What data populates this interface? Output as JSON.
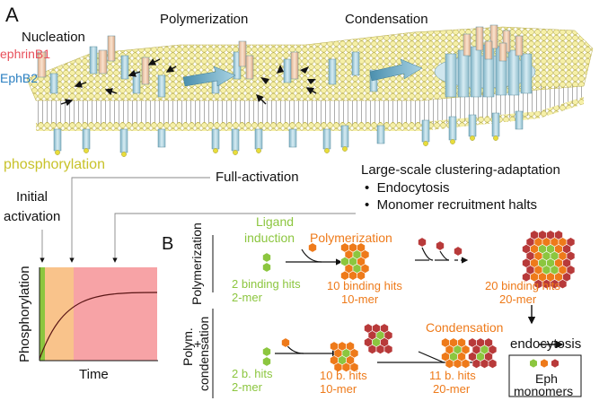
{
  "panel_a": {
    "letter": "A",
    "stage_nucleation": "Nucleation",
    "stage_polymerization": "Polymerization",
    "stage_condensation": "Condensation",
    "label_ephrin": "ephrinB1",
    "label_eph": "EphB2",
    "label_phosphorylation": "phosphorylation",
    "colors": {
      "ephrin": "#e8505b",
      "eph": "#2a7fc1",
      "phospho": "#c8c22a",
      "membrane": "#f3eea8"
    }
  },
  "timeline": {
    "initial_activation_line1": "Initial",
    "initial_activation_line2": "activation",
    "full_activation": "Full-activation",
    "large_scale_title": "Large-scale clustering-adaptation",
    "bullet_1": "Endocytosis",
    "bullet_2": "Monomer recruitment halts",
    "y_axis": "Phosphorylation",
    "x_axis": "Time",
    "colors": {
      "phase1": "#8cc63f",
      "phase2": "#f9c38b",
      "phase3": "#f7a3a6"
    }
  },
  "panel_b": {
    "letter": "B",
    "row1_side_label": "Polymerization",
    "row2_side_label_1": "Polym.",
    "row2_side_label_plus": "+",
    "row2_side_label_2": "condensation",
    "ligand_line1": "Ligand",
    "ligand_line2": "induction",
    "polymerization_label": "Polymerization",
    "condensation_label": "Condensation",
    "r1_a_hits": "2 binding hits",
    "r1_a_mer": "2-mer",
    "r1_b_hits": "10 binding hits",
    "r1_b_mer": "10-mer",
    "r1_c_hits": "20 binding hits",
    "r1_c_mer": "20-mer",
    "r2_a_hits": "2 b. hits",
    "r2_a_mer": "2-mer",
    "r2_b_hits": "10 b. hits",
    "r2_b_mer": "10-mer",
    "r2_c_hits": "11 b. hits",
    "r2_c_mer": "20-mer",
    "endocytosis": "endocytosis",
    "legend_line1": "Eph",
    "legend_line2": "monomers",
    "colors": {
      "green": "#8cc63f",
      "orange": "#ee7a1a",
      "red": "#b83a3a"
    }
  }
}
